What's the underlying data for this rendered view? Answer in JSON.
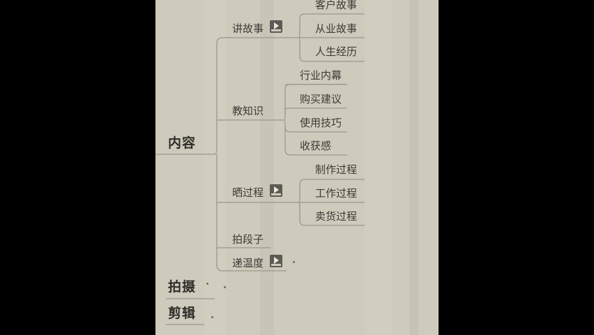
{
  "colors": {
    "background": "#000000",
    "panel": "#cfcbbc",
    "line": "#9c9889",
    "text": "#3b3a36"
  },
  "mindmap": {
    "content": {
      "label": "内容",
      "storytelling": {
        "label": "讲故事",
        "icon": "video-icon",
        "items": [
          "客户故事",
          "从业故事",
          "人生经历"
        ]
      },
      "knowledge": {
        "label": "教知识",
        "items": [
          "行业内幕",
          "购买建议",
          "使用技巧",
          "收获感"
        ]
      },
      "process": {
        "label": "晒过程",
        "icon": "video-icon",
        "items": [
          "制作过程",
          "工作过程",
          "卖货过程"
        ]
      },
      "skits": {
        "label": "拍段子"
      },
      "warmth": {
        "label": "递温度",
        "icon": "video-icon"
      }
    },
    "shooting": {
      "label": "拍摄"
    },
    "editing": {
      "label": "剪辑"
    }
  }
}
